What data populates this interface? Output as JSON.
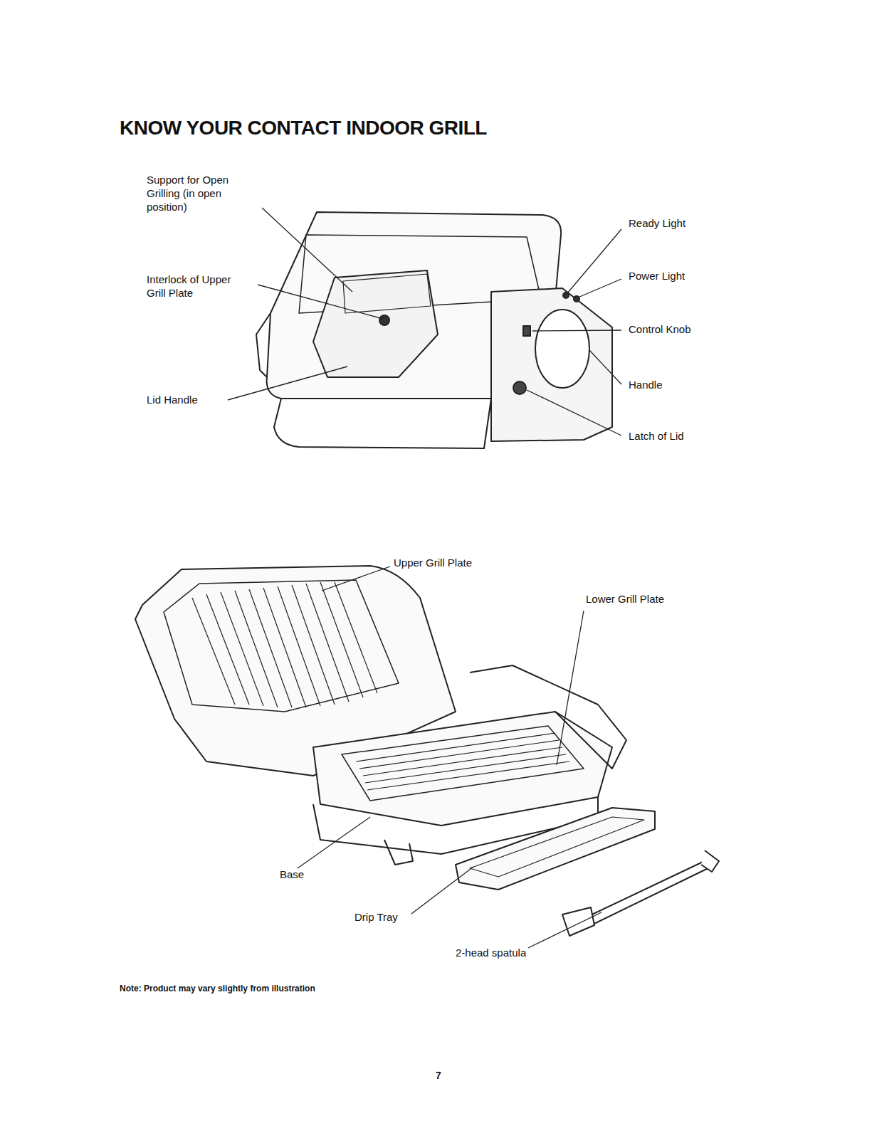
{
  "diagram": {
    "title": "KNOW YOUR CONTACT INDOOR GRILL",
    "caption": "Note: Product may vary slightly from illustration",
    "labels": [
      "Support for Open Grilling (in open position)",
      "Interlock of Upper Grill Plate",
      "Lid Handle",
      "Ready Light",
      "Power Light",
      "Control Knob",
      "Handle",
      "Latch of Lid",
      "Upper Grill Plate",
      "Lower Grill Plate",
      "Base",
      "Drip Tray",
      "2-head spatula",
      "7"
    ]
  }
}
